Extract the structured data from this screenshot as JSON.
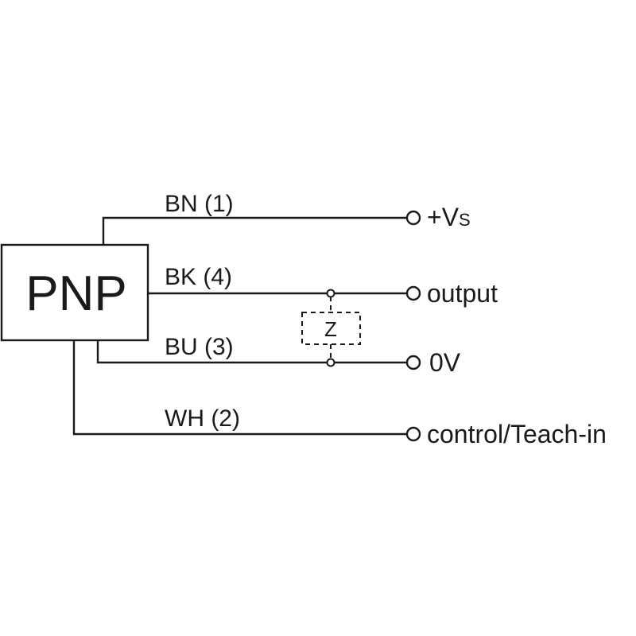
{
  "device": {
    "label": "PNP"
  },
  "wires": [
    {
      "id": "bn",
      "label": "BN (1)",
      "terminal": "+V",
      "terminal_sub": "S"
    },
    {
      "id": "bk",
      "label": "BK (4)",
      "terminal": "output"
    },
    {
      "id": "bu",
      "label": "BU (3)",
      "terminal": "0V"
    },
    {
      "id": "wh",
      "label": "WH (2)",
      "terminal": "control/Teach-in"
    }
  ],
  "load": {
    "label": "Z"
  },
  "colors": {
    "line": "#1a1a1a",
    "background": "#ffffff"
  }
}
